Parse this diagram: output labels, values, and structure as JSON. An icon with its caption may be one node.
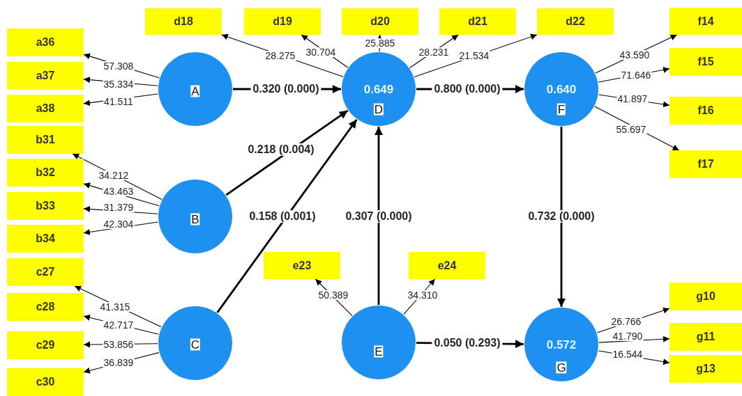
{
  "diagram": {
    "nodes": [
      {
        "text": [
          "d18"
        ]
      },
      {
        "text": [
          "d19"
        ]
      },
      {
        "text": [
          "d20"
        ]
      },
      {
        "text": [
          "d21"
        ]
      },
      {
        "text": [
          "d22"
        ]
      },
      {
        "text": [
          "f14"
        ]
      },
      {
        "text": [
          "a36"
        ]
      },
      {
        "text": [
          "a37"
        ]
      },
      {
        "text": [
          "a38"
        ]
      },
      {
        "text": [
          "A"
        ]
      },
      {
        "text": [
          "0.649",
          "D"
        ]
      },
      {
        "text": [
          "0.640",
          "F"
        ]
      },
      {
        "text": [
          "f15"
        ]
      },
      {
        "text": [
          "f16"
        ]
      },
      {
        "text": [
          "f17"
        ]
      },
      {
        "text": [
          "b31"
        ]
      },
      {
        "text": [
          "b32"
        ]
      },
      {
        "text": [
          "b33"
        ]
      },
      {
        "text": [
          "b34"
        ]
      },
      {
        "text": [
          "B"
        ]
      },
      {
        "text": [
          "c27"
        ]
      },
      {
        "text": [
          "c28"
        ]
      },
      {
        "text": [
          "c29"
        ]
      },
      {
        "text": [
          "c30"
        ]
      },
      {
        "text": [
          "e23"
        ]
      },
      {
        "text": [
          "e24"
        ]
      },
      {
        "text": [
          "C"
        ]
      },
      {
        "text": [
          "E"
        ]
      },
      {
        "text": [
          "0.572",
          "G"
        ]
      },
      {
        "text": [
          "g10"
        ]
      },
      {
        "text": [
          "g11"
        ]
      },
      {
        "text": [
          "g13"
        ]
      }
    ],
    "edges": [
      {
        "from": 9,
        "to": 6,
        "arrow": "to",
        "label": "57.308"
      },
      {
        "from": 9,
        "to": 7,
        "arrow": "to",
        "label": "35.334"
      },
      {
        "from": 9,
        "to": 8,
        "arrow": "to",
        "label": "41.511"
      },
      {
        "from": 19,
        "to": 15,
        "arrow": "to",
        "label": "34.212"
      },
      {
        "from": 19,
        "to": 16,
        "arrow": "to",
        "label": "43.463"
      },
      {
        "from": 19,
        "to": 17,
        "arrow": "to",
        "label": "31.379"
      },
      {
        "from": 19,
        "to": 18,
        "arrow": "to",
        "label": "42.304"
      },
      {
        "from": 26,
        "to": 20,
        "arrow": "to",
        "label": "41.315"
      },
      {
        "from": 26,
        "to": 21,
        "arrow": "to",
        "label": "42.717"
      },
      {
        "from": 26,
        "to": 22,
        "arrow": "to",
        "label": "53.856"
      },
      {
        "from": 26,
        "to": 23,
        "arrow": "to",
        "label": "36.839"
      },
      {
        "from": 10,
        "to": 0,
        "arrow": "to",
        "label": "28.275"
      },
      {
        "from": 10,
        "to": 1,
        "arrow": "to",
        "label": "30.704"
      },
      {
        "from": 10,
        "to": 2,
        "arrow": "to",
        "label": "25.885"
      },
      {
        "from": 10,
        "to": 3,
        "arrow": "to",
        "label": "28.231"
      },
      {
        "from": 10,
        "to": 4,
        "arrow": "to",
        "label": "21.534"
      },
      {
        "from": 11,
        "to": 5,
        "arrow": "to",
        "label": "43.590"
      },
      {
        "from": 11,
        "to": 12,
        "arrow": "to",
        "label": "71.646"
      },
      {
        "from": 11,
        "to": 13,
        "arrow": "to",
        "label": "41.897"
      },
      {
        "from": 11,
        "to": 14,
        "arrow": "to",
        "label": "55.697"
      },
      {
        "from": 27,
        "to": 24,
        "arrow": "to",
        "label": "50.389"
      },
      {
        "from": 27,
        "to": 25,
        "arrow": "to",
        "label": "34.310"
      },
      {
        "from": 28,
        "to": 29,
        "arrow": "to",
        "label": "26.766"
      },
      {
        "from": 28,
        "to": 30,
        "arrow": "to",
        "label": "41.790"
      },
      {
        "from": 28,
        "to": 31,
        "arrow": "to",
        "label": "16.544"
      },
      {
        "from": 9,
        "to": 10,
        "arrow": "to",
        "label": "0.320 (0.000)",
        "style": "thick"
      },
      {
        "from": 19,
        "to": 10,
        "arrow": "to",
        "label": "0.218 (0.004)",
        "style": "thick"
      },
      {
        "from": 26,
        "to": 10,
        "arrow": "to",
        "label": "0.158 (0.001)",
        "style": "thick"
      },
      {
        "from": 27,
        "to": 10,
        "arrow": "to",
        "label": "0.307 (0.000)",
        "style": "thick"
      },
      {
        "from": 10,
        "to": 11,
        "arrow": "to",
        "label": "0.800 (0.000)",
        "style": "thick"
      },
      {
        "from": 11,
        "to": 28,
        "arrow": "to",
        "label": "0.732 (0.000)",
        "style": "thick"
      },
      {
        "from": 27,
        "to": 28,
        "arrow": "to",
        "label": "0.050 (0.293)",
        "style": "thick"
      }
    ]
  }
}
